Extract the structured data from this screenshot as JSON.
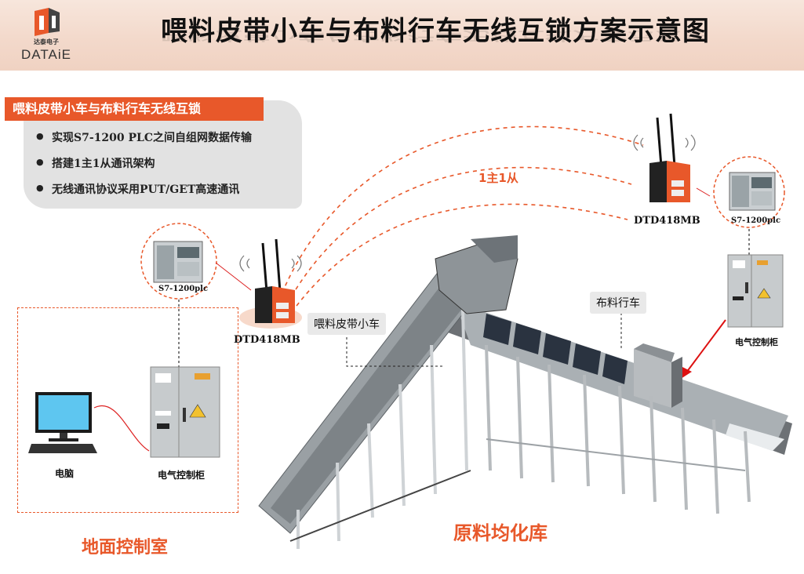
{
  "header": {
    "logo_sub": "达泰电子",
    "logo_text": "DATAiE",
    "title": "喂料皮带小车与布料行车无线互锁方案示意图"
  },
  "info": {
    "title": "喂料皮带小车与布料行车无线互锁",
    "bullets": [
      "实现S7-1200 PLC之间自组网数据传输",
      "搭建1主1从通讯架构",
      "无线通讯协议采用PUT/GET高速通讯"
    ]
  },
  "labels": {
    "master_slave": "1主1从",
    "dtd_left": "DTD418MB",
    "dtd_right": "DTD418MB",
    "plc_left": "S7-1200plc",
    "plc_right": "S7-1200plc",
    "feeder_cart": "喂料皮带小车",
    "distribution_crane": "布料行车",
    "computer": "电脑",
    "cabinet_left": "电气控制柜",
    "cabinet_right": "电气控制柜",
    "control_room": "地面控制室",
    "raw_material_store": "原料均化库"
  },
  "colors": {
    "accent": "#e8582a",
    "device_orange": "#e8582a",
    "panel_grey": "#e2e2e2"
  }
}
